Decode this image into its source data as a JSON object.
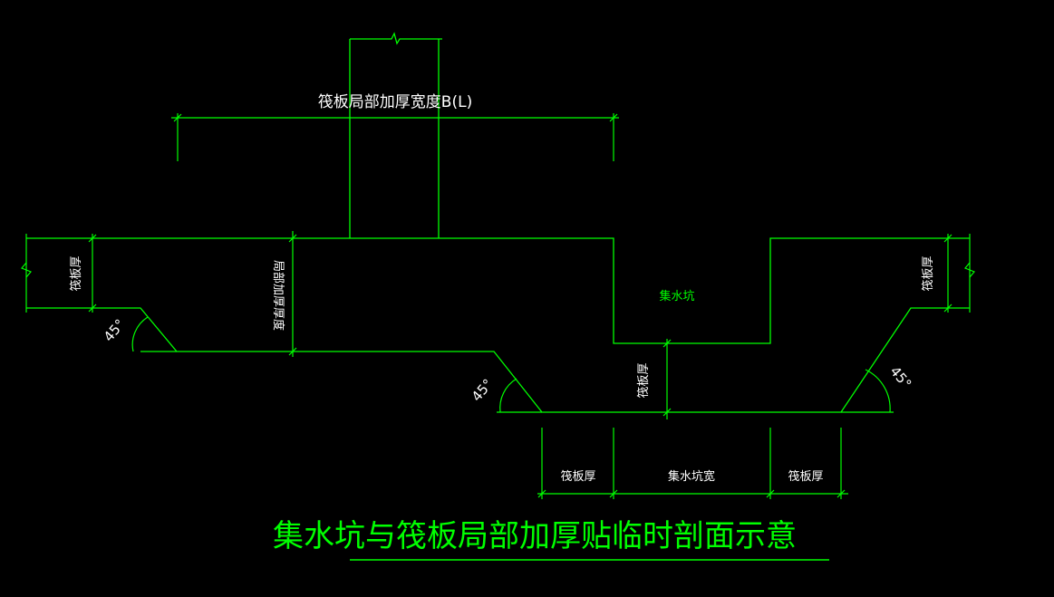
{
  "title": "集水坑与筏板局部加厚贴临时剖面示意",
  "labels": {
    "local_thickening_width": "筏板局部加厚宽度B(L)",
    "raft_thickness_left": "筏板厚",
    "local_thickening_thickness": "局部加厚厚度",
    "sump": "集水坑",
    "raft_thickness_pit": "筏板厚",
    "raft_thickness_right": "筏板厚",
    "bottom_raft_thickness_left": "筏板厚",
    "sump_width": "集水坑宽",
    "bottom_raft_thickness_right": "筏板厚",
    "angle_left": "45°",
    "angle_middle": "45°",
    "angle_right": "45°"
  },
  "colors": {
    "background": "#000000",
    "lines": "#00ff00",
    "dimension_text": "#ffffff",
    "sump_text": "#00ff00",
    "title_text": "#00ff00"
  }
}
